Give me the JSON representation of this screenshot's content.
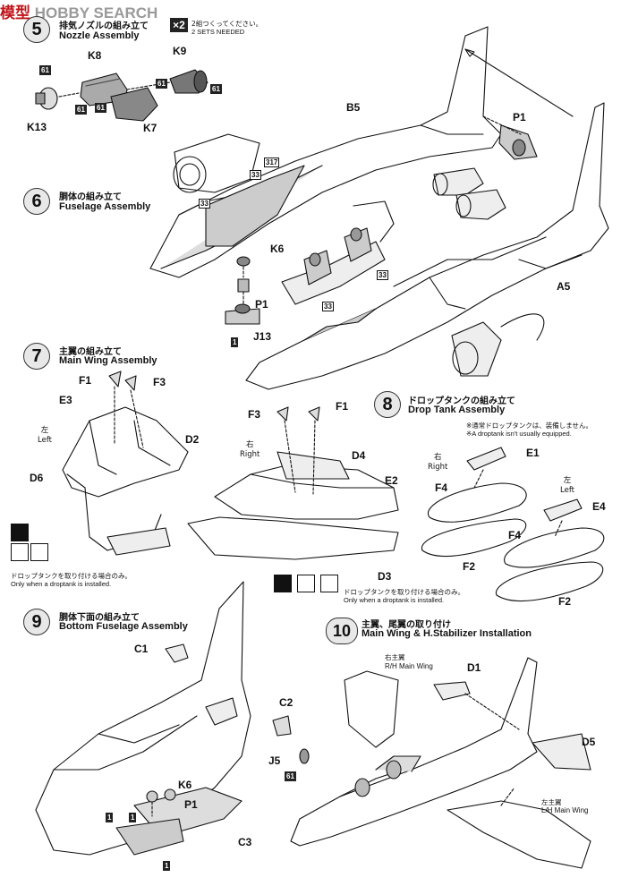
{
  "watermark": {
    "logo_text": "模型",
    "text": "HOBBY SEARCH"
  },
  "steps": [
    {
      "number": "5",
      "title_jp": "排気ノズルの組み立て",
      "title_en": "Nozzle Assembly"
    },
    {
      "number": "6",
      "title_jp": "胴体の組み立て",
      "title_en": "Fuselage Assembly"
    },
    {
      "number": "7",
      "title_jp": "主翼の組み立て",
      "title_en": "Main Wing Assembly"
    },
    {
      "number": "8",
      "title_jp": "ドロップタンクの組み立て",
      "title_en": "Drop Tank Assembly"
    },
    {
      "number": "9",
      "title_jp": "胴体下面の組み立て",
      "title_en": "Bottom Fuselage Assembly"
    },
    {
      "number": "10",
      "title_jp": "主翼、尾翼の取り付け",
      "title_en": "Main Wing & H.Stabilizer Installation"
    }
  ],
  "sets_needed": {
    "badge": "×2",
    "jp": "2組つくってください。",
    "en": "2 SETS NEEDED"
  },
  "droptank_note": {
    "jp": "※通常ドロップタンクは、装備しません。",
    "en": "※A droptank isn't usually equipped."
  },
  "only_droptank": {
    "jp": "ドロップタンクを取り付ける場合のみ。",
    "en": "Only when a droptank is installed."
  },
  "sides": {
    "left_jp": "左",
    "left_en": "Left",
    "right_jp": "右",
    "right_en": "Right"
  },
  "main_wing": {
    "rh_jp": "右主翼",
    "rh_en": "R/H Main Wing",
    "lh_jp": "左主翼",
    "lh_en": "L/H Main Wing"
  },
  "parts": {
    "k8": "K8",
    "k9": "K9",
    "k13": "K13",
    "k7": "K7",
    "b5": "B5",
    "p1": "P1",
    "p1b": "P1",
    "k6": "K6",
    "j13": "J13",
    "a5": "A5",
    "f1": "F1",
    "f3": "F3",
    "e3": "E3",
    "d2": "D2",
    "d6": "D6",
    "f3b": "F3",
    "f1b": "F1",
    "d4": "D4",
    "e2": "E2",
    "d3": "D3",
    "e1": "E1",
    "f4": "F4",
    "f2": "F2",
    "e4": "E4",
    "f4b": "F4",
    "f2b": "F2",
    "c1": "C1",
    "c2": "C2",
    "j5": "J5",
    "k6b": "K6",
    "p1c": "P1",
    "c3": "C3",
    "d1": "D1",
    "d5": "D5"
  },
  "paint_codes": {
    "c61": "61",
    "c33": "33",
    "c317": "317",
    "c1": "1"
  }
}
